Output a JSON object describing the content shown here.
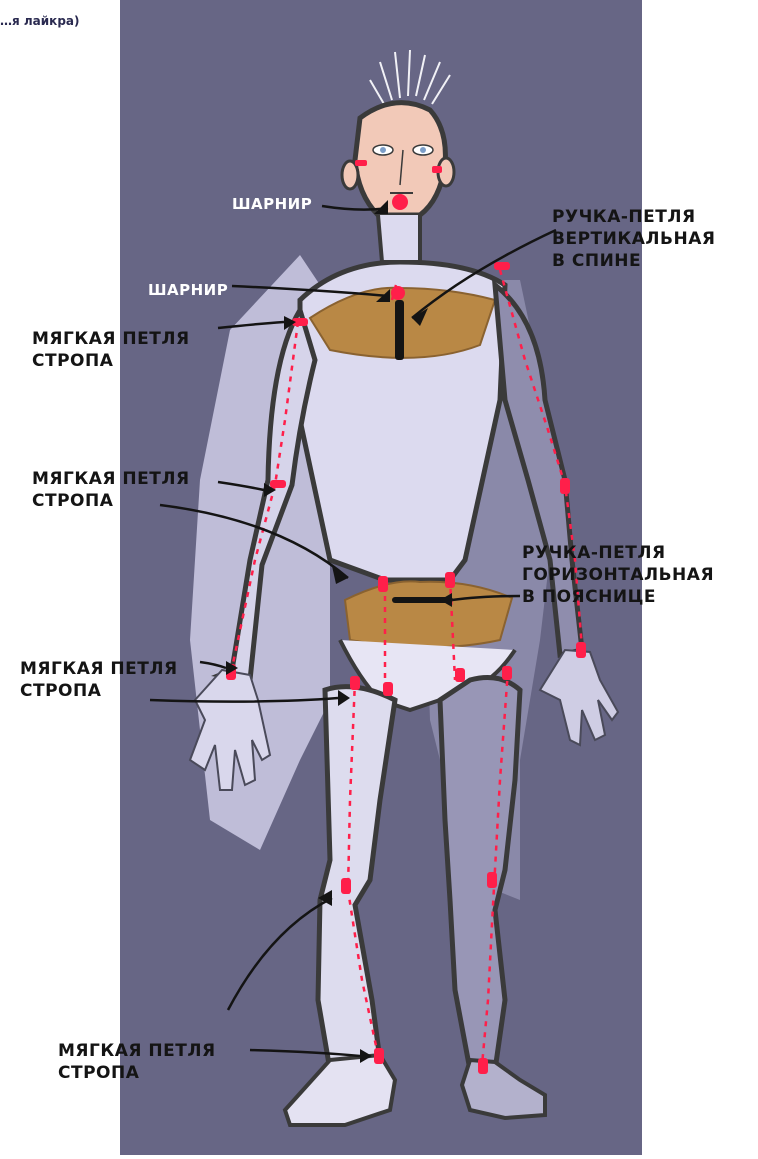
{
  "corner_note": "…я лайкра)",
  "labels": {
    "joint_head": "шарнир",
    "joint_neck": "шарнир",
    "handle_vertical": [
      "ручка-петля",
      "вертикальная",
      "в спине"
    ],
    "soft_loop_shoulder": [
      "мягкая петля",
      "стропа"
    ],
    "soft_loop_elbow": [
      "мягкая петля",
      "стропа"
    ],
    "handle_horizontal": [
      "ручка-петля",
      "горизонтальная",
      "в пояснице"
    ],
    "soft_loop_wrist": [
      "мягкая петля",
      "стропа"
    ],
    "soft_loop_ankle": [
      "мягкая петля",
      "стропа"
    ]
  },
  "colors": {
    "background_panel": "#676685",
    "figure_fill": "#d8d6ea",
    "outline": "#3a3a3a",
    "loop_marks": "#ff1f4a",
    "harness": "#b98845",
    "face": "#f2c9b8"
  }
}
